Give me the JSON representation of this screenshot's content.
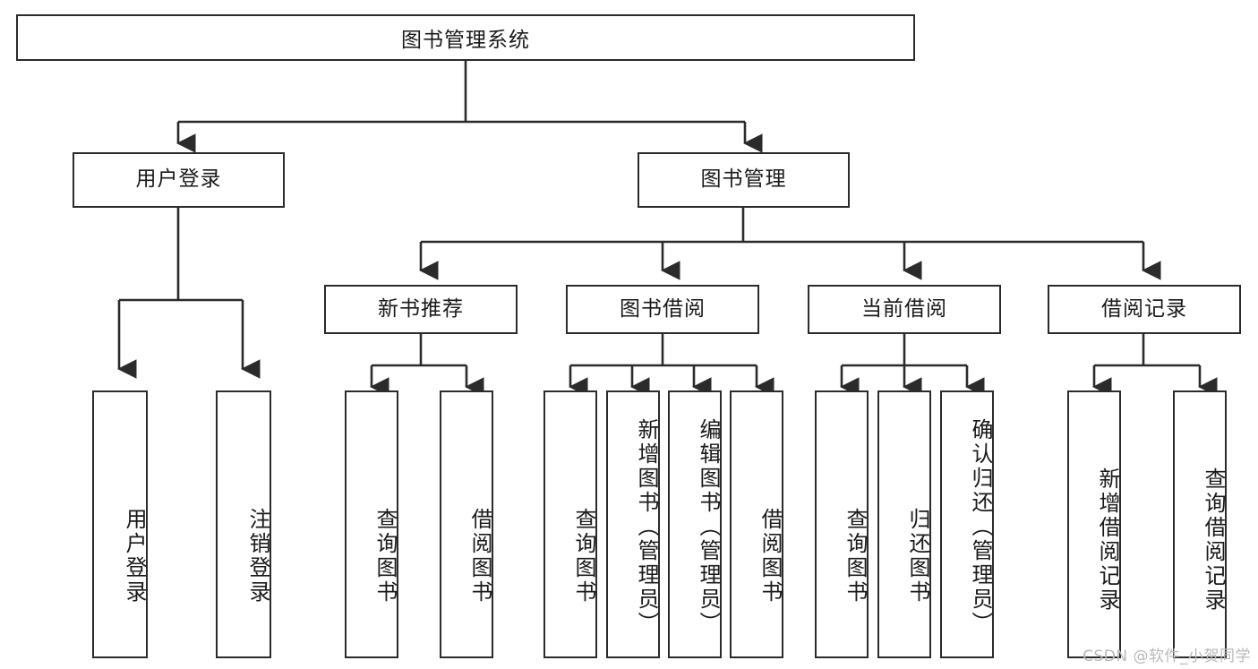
{
  "diagram": {
    "title": "图书管理系统",
    "type": "tree",
    "watermark": "CSDN @软件_小贺同学",
    "stroke_color": "#2b2b2b",
    "fill_color": "#ffffff",
    "text_color": "#1a1a1a"
  },
  "nodes": {
    "root": {
      "label": "图书管理系统",
      "level": 0
    },
    "l1": [
      {
        "id": "user-login",
        "label": "用户登录",
        "level": 1
      },
      {
        "id": "book-manage",
        "label": "图书管理",
        "level": 1
      }
    ],
    "l2": [
      {
        "id": "new-book-recommend",
        "label": "新书推荐",
        "level": 2,
        "parent": "book-manage"
      },
      {
        "id": "book-borrow",
        "label": "图书借阅",
        "level": 2,
        "parent": "book-manage"
      },
      {
        "id": "current-borrow",
        "label": "当前借阅",
        "level": 2,
        "parent": "book-manage"
      },
      {
        "id": "borrow-record",
        "label": "借阅记录",
        "level": 2,
        "parent": "book-manage"
      }
    ],
    "leaves": [
      {
        "id": "leaf-user-login",
        "label": "用户登录",
        "parent": "user-login"
      },
      {
        "id": "leaf-logout-login",
        "label": "注销登录",
        "parent": "user-login"
      },
      {
        "id": "leaf-query-book-1",
        "label": "查询图书",
        "parent": "new-book-recommend"
      },
      {
        "id": "leaf-borrow-book-1",
        "label": "借阅图书",
        "parent": "new-book-recommend"
      },
      {
        "id": "leaf-query-book-2",
        "label": "查询图书",
        "parent": "book-borrow"
      },
      {
        "id": "leaf-add-book",
        "label": "新增图书（管理员）",
        "parent": "book-borrow"
      },
      {
        "id": "leaf-edit-book",
        "label": "编辑图书（管理员）",
        "parent": "book-borrow"
      },
      {
        "id": "leaf-borrow-book-2",
        "label": "借阅图书",
        "parent": "book-borrow"
      },
      {
        "id": "leaf-query-book-3",
        "label": "查询图书",
        "parent": "current-borrow"
      },
      {
        "id": "leaf-return-book",
        "label": "归还图书",
        "parent": "current-borrow"
      },
      {
        "id": "leaf-confirm-return",
        "label": "确认归还（管理员）",
        "parent": "current-borrow"
      },
      {
        "id": "leaf-add-record",
        "label": "新增借阅记录",
        "parent": "borrow-record"
      },
      {
        "id": "leaf-query-record",
        "label": "查询借阅记录",
        "parent": "borrow-record"
      }
    ]
  }
}
